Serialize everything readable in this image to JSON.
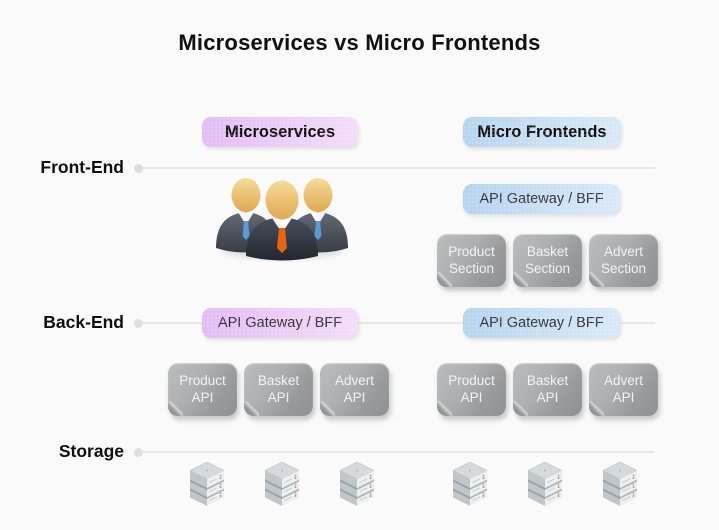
{
  "title": "Microservices vs Micro Frontends",
  "headers": {
    "microservices": "Microservices",
    "micro_frontends": "Micro Frontends"
  },
  "lanes": {
    "front_end": "Front-End",
    "back_end": "Back-End",
    "storage": "Storage"
  },
  "microservices_column": {
    "users_icon": "three-business-users-icon",
    "backend_gateway_label": "API Gateway / BFF",
    "api_boxes": [
      {
        "line1": "Product",
        "line2": "API"
      },
      {
        "line1": "Basket",
        "line2": "API"
      },
      {
        "line1": "Advert",
        "line2": "API"
      }
    ],
    "storage_icon": "server-stack-icon",
    "storage_icon_count": 3
  },
  "micro_frontends_column": {
    "frontend_gateway_label": "API Gateway / BFF",
    "section_boxes": [
      {
        "line1": "Product",
        "line2": "Section"
      },
      {
        "line1": "Basket",
        "line2": "Section"
      },
      {
        "line1": "Advert",
        "line2": "Section"
      }
    ],
    "backend_gateway_label": "API Gateway / BFF",
    "api_boxes": [
      {
        "line1": "Product",
        "line2": "API"
      },
      {
        "line1": "Basket",
        "line2": "API"
      },
      {
        "line1": "Advert",
        "line2": "API"
      }
    ],
    "storage_icon": "server-stack-icon",
    "storage_icon_count": 3
  },
  "colors": {
    "background": "#fafafa",
    "purple_pill_start": "#e1bbf3",
    "purple_pill_end": "#f3ddfa",
    "blue_pill_start": "#b5d2ee",
    "blue_pill_end": "#d8e9f8",
    "service_box_gray": "#a5a6a7",
    "lane_line": "#e8e8e8",
    "title_text": "#111111"
  }
}
